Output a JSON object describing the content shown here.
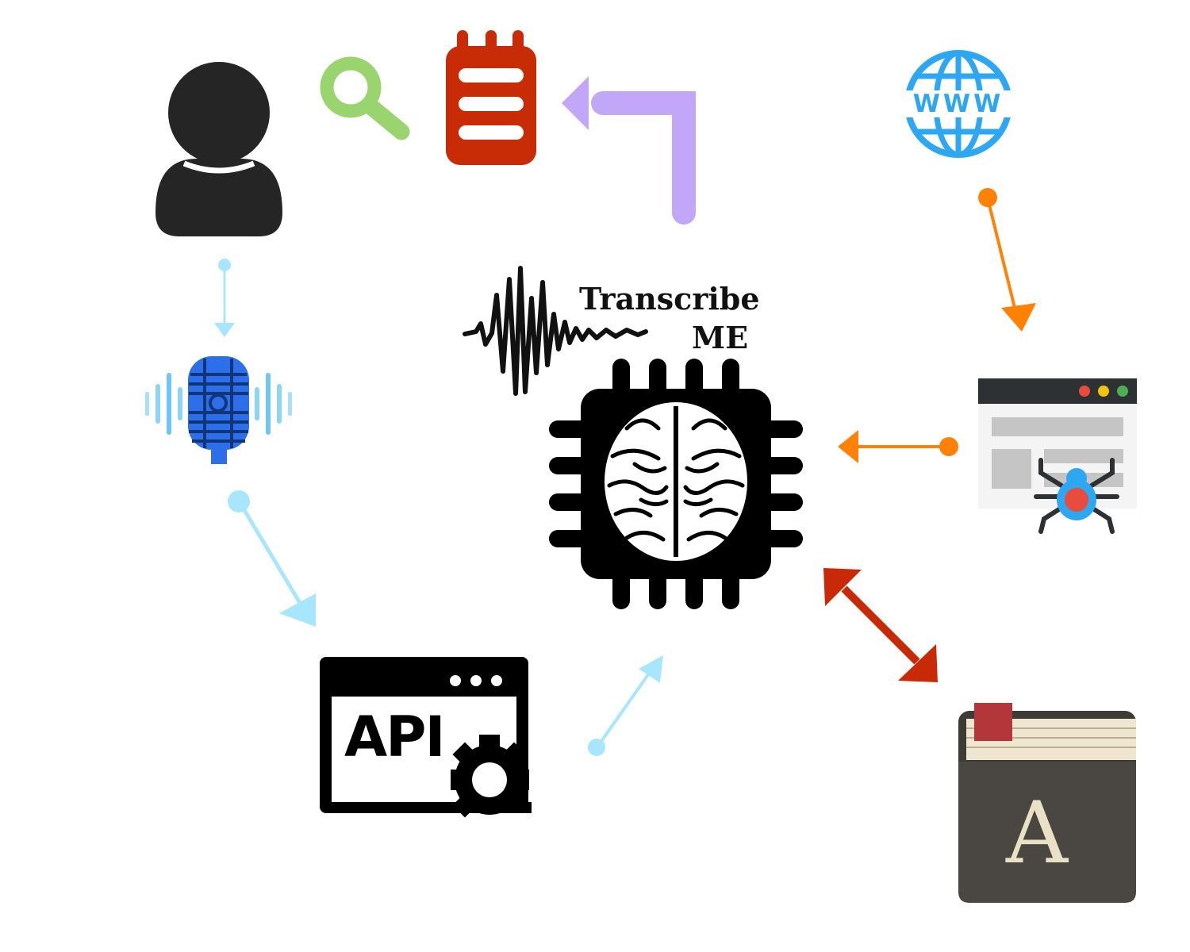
{
  "title": {
    "line1": "Transcribe",
    "line2": "ME"
  },
  "nodes": {
    "user": {
      "icon": "user-icon"
    },
    "search": {
      "icon": "search-icon"
    },
    "notepad": {
      "icon": "notepad-icon"
    },
    "microphone": {
      "icon": "microphone-icon"
    },
    "api": {
      "icon": "api-window-icon",
      "label": "API"
    },
    "ai_chip": {
      "icon": "brain-chip-icon"
    },
    "sound_wave": {
      "icon": "sound-wave-icon"
    },
    "web": {
      "icon": "globe-icon",
      "label": "WWW"
    },
    "crawler": {
      "icon": "web-crawler-icon"
    },
    "dictionary": {
      "icon": "dictionary-book-icon",
      "letter": "A"
    }
  },
  "colors": {
    "light_blue_arrow": "#a8e6ff",
    "purple_arrow": "#c2a6f8",
    "orange_arrow": "#ff8206",
    "red_arrow": "#c82a08",
    "notepad_red": "#c82c07",
    "search_green": "#99d46e",
    "globe_blue": "#2ea7f2",
    "mic_blue": "#2c6fe8",
    "book_brown": "#4a4742",
    "bookmark_red": "#b3373a"
  }
}
